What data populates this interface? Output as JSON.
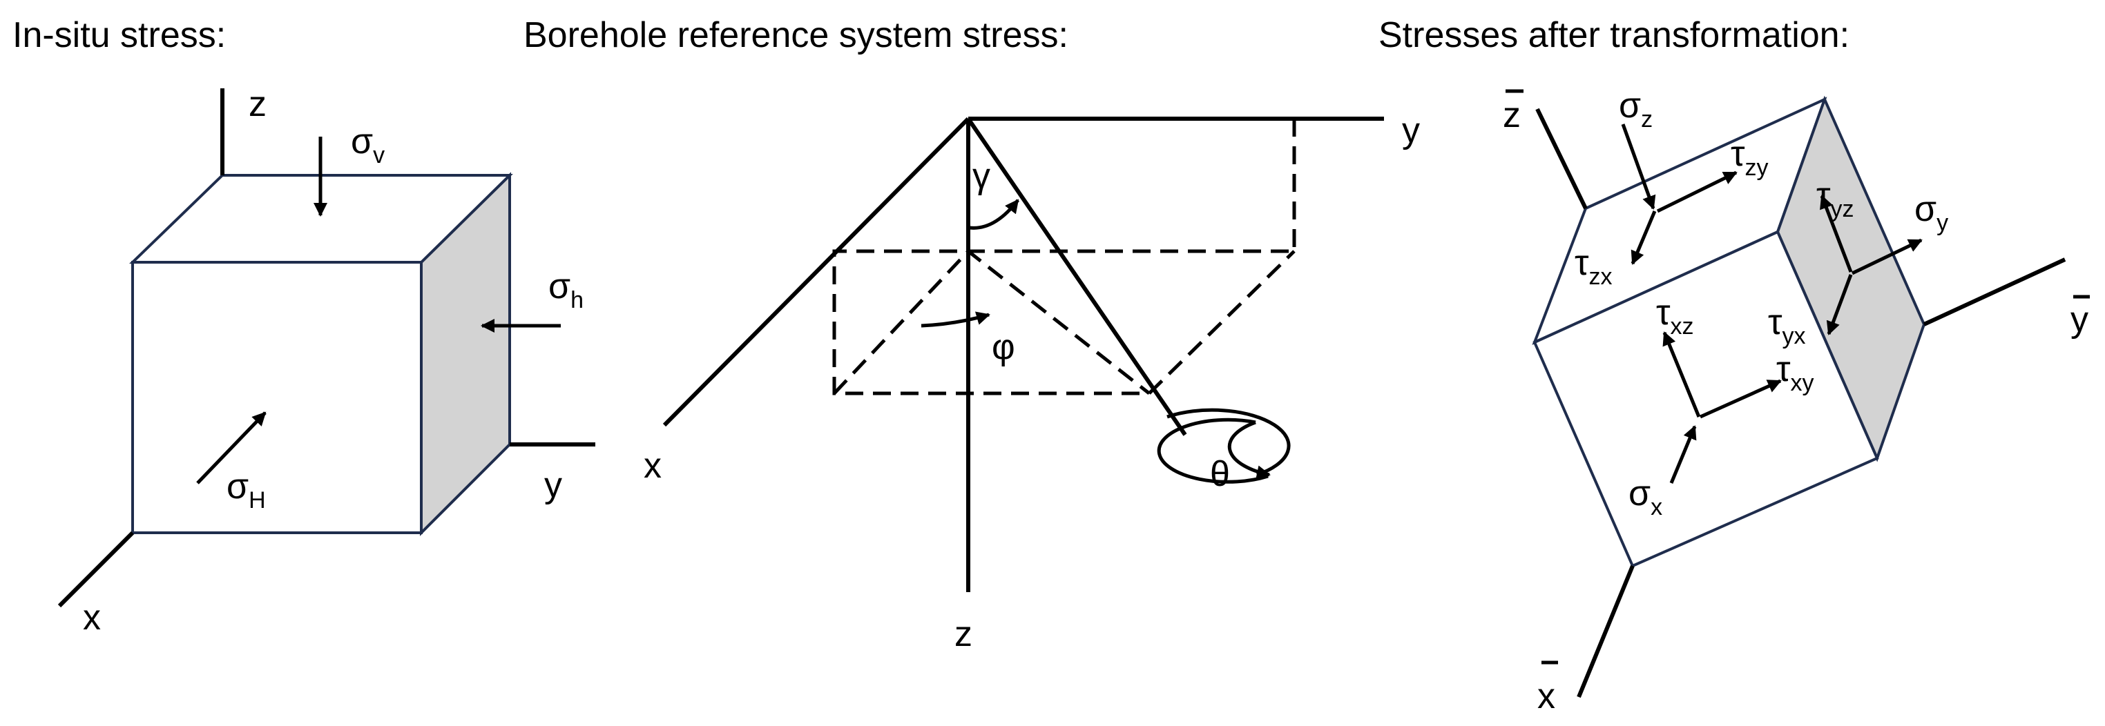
{
  "panels": [
    {
      "title": "In-situ stress:",
      "axes": {
        "x": "x",
        "y": "y",
        "z": "z"
      },
      "stresses": {
        "sv": {
          "base": "σ",
          "sub": "v"
        },
        "sh": {
          "base": "σ",
          "sub": "h"
        },
        "sH": {
          "base": "σ",
          "sub": "H"
        }
      }
    },
    {
      "title": "Borehole reference system stress:",
      "axes": {
        "x": "x",
        "y": "y",
        "z": "z"
      },
      "angles": {
        "gamma": "γ",
        "phi": "φ",
        "theta": "θ"
      }
    },
    {
      "title": "Stresses after transformation:",
      "axes": {
        "x": "x",
        "y": "y",
        "z": "z"
      },
      "stresses": {
        "sz": {
          "base": "σ",
          "sub": "z"
        },
        "tzy": {
          "base": "τ",
          "sub": "zy"
        },
        "tzx": {
          "base": "τ",
          "sub": "zx"
        },
        "tyz": {
          "base": "τ",
          "sub": "yz"
        },
        "sy": {
          "base": "σ",
          "sub": "y"
        },
        "tyx": {
          "base": "τ",
          "sub": "yx"
        },
        "txz": {
          "base": "τ",
          "sub": "xz"
        },
        "txy": {
          "base": "τ",
          "sub": "xy"
        },
        "sx": {
          "base": "σ",
          "sub": "x"
        }
      }
    }
  ],
  "colors": {
    "cube_edge": "#1f2d4d",
    "shaded_face": "#d3d3d3",
    "ink": "#000000"
  }
}
